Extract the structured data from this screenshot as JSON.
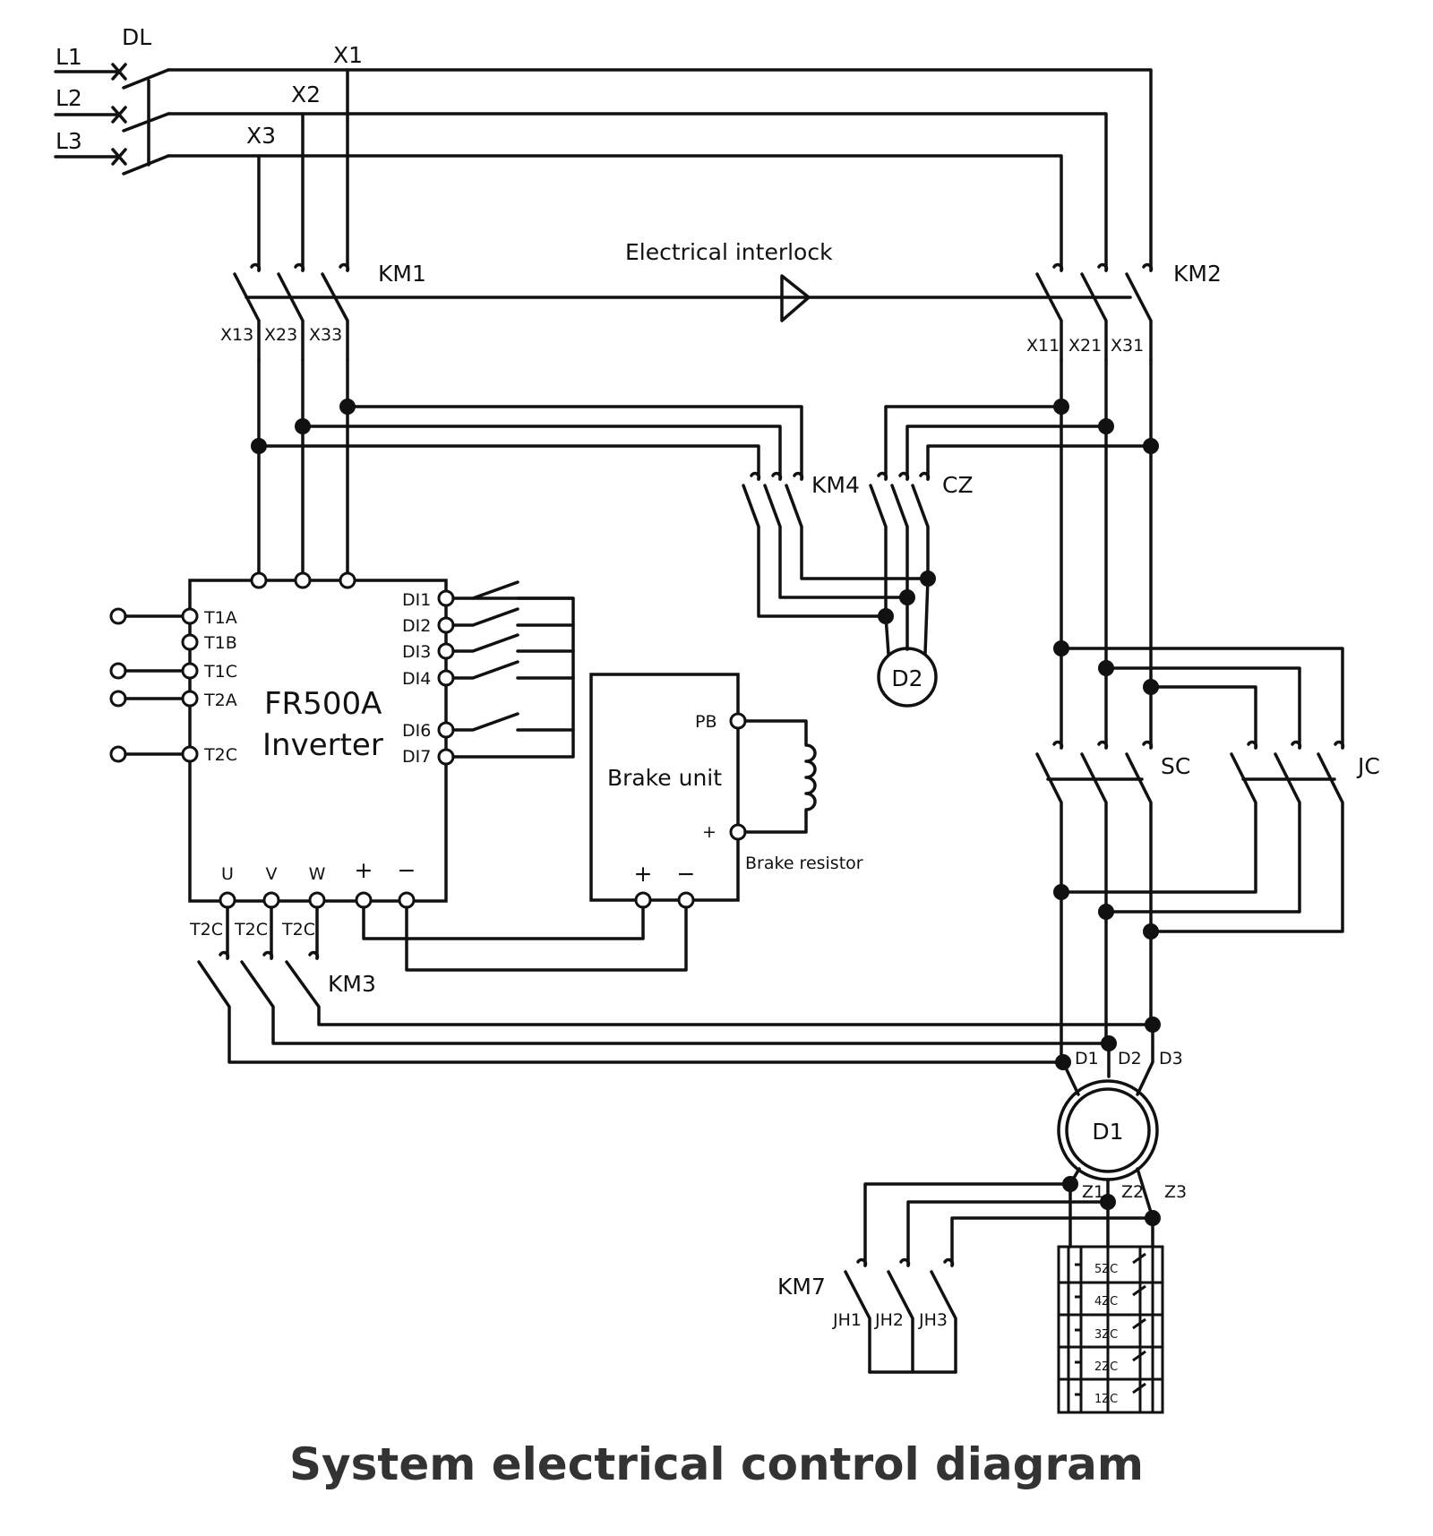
{
  "title": "System electrical control diagram",
  "supply": {
    "lines": [
      "L1",
      "L2",
      "L3"
    ],
    "breaker": "DL",
    "buses": [
      "X1",
      "X2",
      "X3"
    ]
  },
  "contactors": {
    "km1": "KM1",
    "km2": "KM2",
    "km3": "KM3",
    "km4": "KM4",
    "km7": "KM7",
    "cz": "CZ",
    "sc": "SC",
    "jc": "JC"
  },
  "interlock_label": "Electrical interlock",
  "km1_outputs": [
    "X13",
    "X23",
    "X33"
  ],
  "km2_outputs": [
    "X11",
    "X21",
    "X31"
  ],
  "inverter": {
    "name": "FR500A",
    "type": "Inverter",
    "relay_terminals": [
      "T1A",
      "T1B",
      "T1C",
      "T2A",
      "T2C"
    ],
    "digital_inputs": [
      "DI1",
      "DI2",
      "DI3",
      "DI4",
      "DI6",
      "DI7"
    ],
    "outputs": [
      "U",
      "V",
      "W",
      "+",
      "−"
    ]
  },
  "km3_inputs": [
    "T2C",
    "T2C",
    "T2C"
  ],
  "brake_unit": {
    "name": "Brake unit",
    "pb": "PB",
    "plus": "+",
    "minus": "−",
    "resistor_label": "Brake resistor"
  },
  "motor_d2": "D2",
  "motor_d1": "D1",
  "d1_terminals": [
    "D1",
    "D2",
    "D3"
  ],
  "d1_rotor_terminals": [
    "Z1",
    "Z2",
    "Z3"
  ],
  "km7_outputs": [
    "JH1",
    "JH2",
    "JH3"
  ],
  "resistor_steps": [
    "5ZC",
    "4ZC",
    "3ZC",
    "2ZC",
    "1ZC"
  ]
}
